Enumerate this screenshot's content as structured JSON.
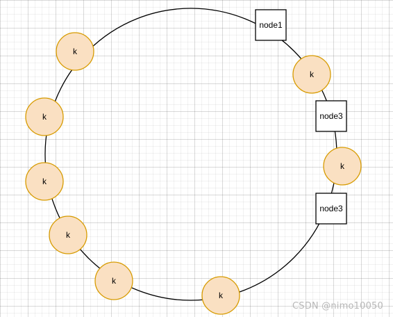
{
  "diagram": {
    "key_label": "k",
    "nodes": [
      {
        "id": "node-1",
        "label": "node1"
      },
      {
        "id": "node-3a",
        "label": "node3"
      },
      {
        "id": "node-3b",
        "label": "node3"
      }
    ],
    "keys_count": 8,
    "colors": {
      "ring": "#000000",
      "key_fill": "#FAE0C2",
      "key_stroke": "#D79B00",
      "node_fill": "#FFFFFF",
      "node_stroke": "#000000",
      "text": "#000000"
    }
  },
  "watermark": {
    "text": "CSDN @nimo10050"
  }
}
